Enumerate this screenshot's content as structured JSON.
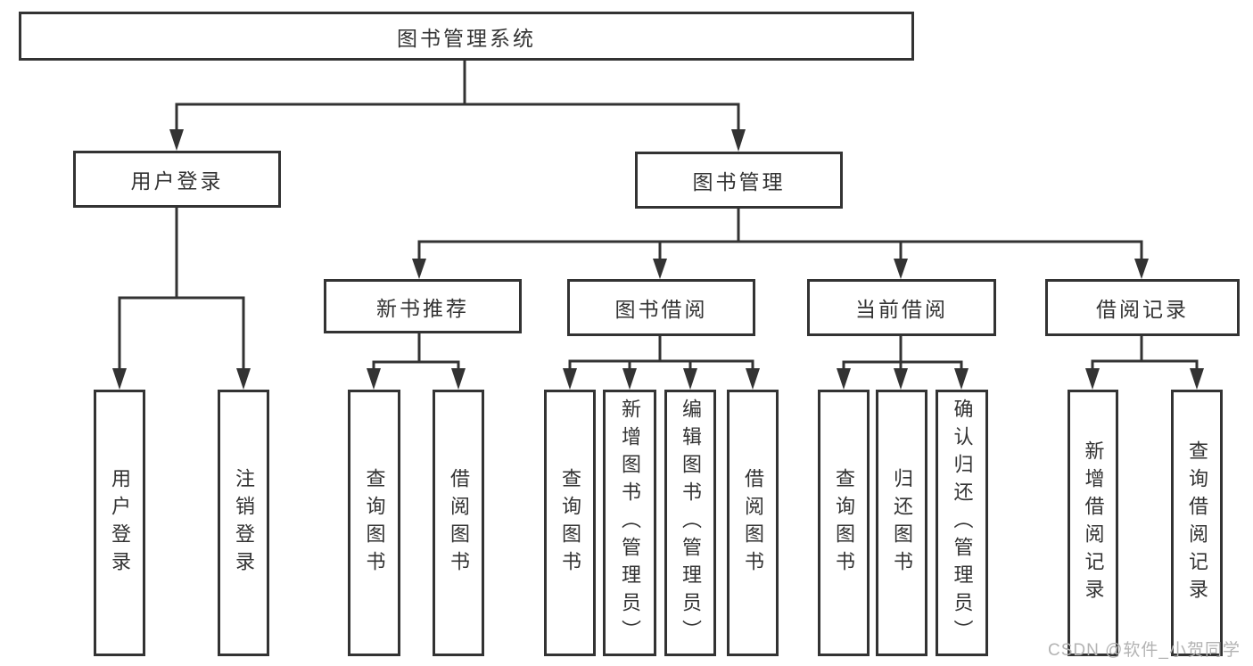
{
  "tree": {
    "label": "图书管理系统",
    "children": [
      {
        "label": "用户登录",
        "children": [
          {
            "label": "用户登录"
          },
          {
            "label": "注销登录"
          }
        ]
      },
      {
        "label": "图书管理",
        "children": [
          {
            "label": "新书推荐",
            "children": [
              {
                "label": "查询图书"
              },
              {
                "label": "借阅图书"
              }
            ]
          },
          {
            "label": "图书借阅",
            "children": [
              {
                "label": "查询图书"
              },
              {
                "label": "新增图书（管理员）"
              },
              {
                "label": "编辑图书（管理员）"
              },
              {
                "label": "借阅图书"
              }
            ]
          },
          {
            "label": "当前借阅",
            "children": [
              {
                "label": "查询图书"
              },
              {
                "label": "归还图书"
              },
              {
                "label": "确认归还（管理员）"
              }
            ]
          },
          {
            "label": "借阅记录",
            "children": [
              {
                "label": "新增借阅记录"
              },
              {
                "label": "查询借阅记录"
              }
            ]
          }
        ]
      }
    ]
  },
  "watermark": {
    "text": "CSDN @软件_小贺同学"
  },
  "colors": {
    "line": "#333333",
    "box_border": "#333333",
    "box_fill": "#ffffff",
    "text": "#333333",
    "watermark": "#b3b3b3",
    "background": "#ffffff"
  }
}
